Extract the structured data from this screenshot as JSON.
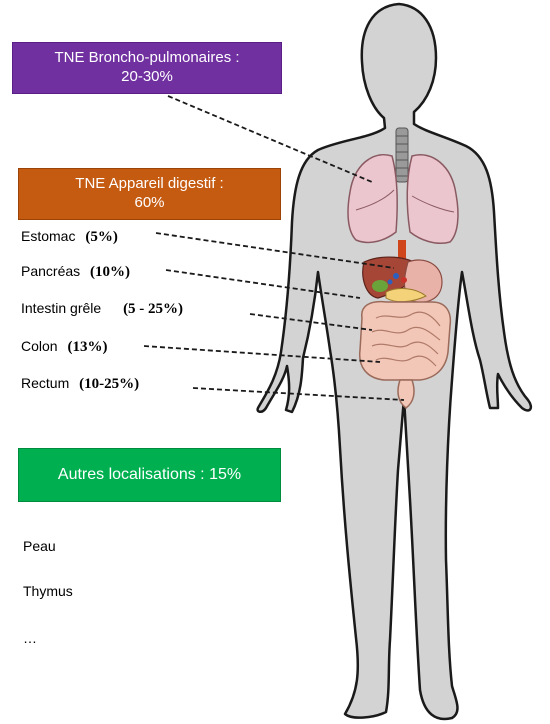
{
  "categories": {
    "broncho": {
      "line1": "TNE Broncho-pulmonaires :",
      "line2": "20-30%",
      "color": "#7030a0"
    },
    "digestif": {
      "line1": "TNE Appareil digestif :",
      "line2": "60%",
      "color": "#c55a11"
    },
    "autres": {
      "label": "Autres localisations : 15%",
      "color": "#00b050"
    }
  },
  "digestive_sites": [
    {
      "name": "Estomac",
      "percent": "(5%)"
    },
    {
      "name": "Pancréas",
      "percent": "(10%)"
    },
    {
      "name": "Intestin grêle",
      "percent": "(5 - 25%)"
    },
    {
      "name": "Colon",
      "percent": "(13%)"
    },
    {
      "name": "Rectum",
      "percent": "(10-25%)"
    }
  ],
  "other_sites": [
    "Peau",
    "Thymus",
    "…"
  ],
  "colors": {
    "body": "#d3d3d3",
    "body_outline": "#1a1a1a",
    "lung": "#ecc6ce",
    "liver": "#a64637",
    "intestine": "#f2c7b8"
  }
}
